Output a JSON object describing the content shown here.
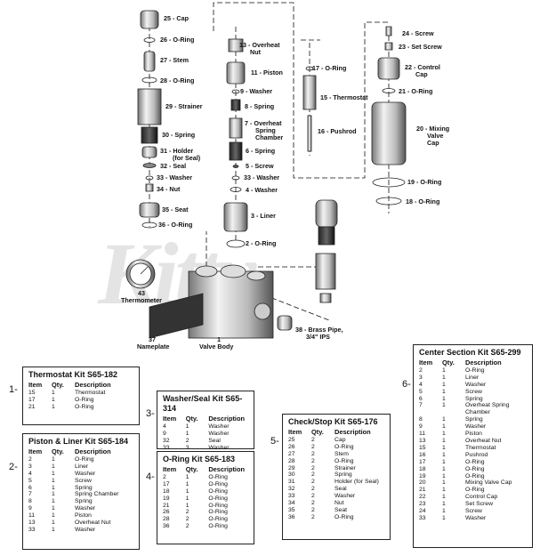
{
  "watermark": "Kitty",
  "callouts": [
    {
      "id": "c25",
      "text": "25 - Cap"
    },
    {
      "id": "c26",
      "text": "26 - O-Ring"
    },
    {
      "id": "c27",
      "text": "27 - Stem"
    },
    {
      "id": "c28",
      "text": "28 - O-Ring"
    },
    {
      "id": "c29",
      "text": "29 - Strainer"
    },
    {
      "id": "c30",
      "text": "30 - Spring"
    },
    {
      "id": "c31a",
      "text": "31 - Holder"
    },
    {
      "id": "c31b",
      "text": "(for Seal)"
    },
    {
      "id": "c32",
      "text": "32 - Seal"
    },
    {
      "id": "c33a",
      "text": "33 - Washer"
    },
    {
      "id": "c34",
      "text": "34 - Nut"
    },
    {
      "id": "c35",
      "text": "35 - Seat"
    },
    {
      "id": "c36",
      "text": "36 - O-Ring"
    },
    {
      "id": "c13a",
      "text": "13 - Overheat"
    },
    {
      "id": "c13b",
      "text": "Nut"
    },
    {
      "id": "c11",
      "text": "11 - Piston"
    },
    {
      "id": "c9",
      "text": "9 - Washer"
    },
    {
      "id": "c8",
      "text": "8 - Spring"
    },
    {
      "id": "c7a",
      "text": "7 - Overheat"
    },
    {
      "id": "c7b",
      "text": "Spring"
    },
    {
      "id": "c7c",
      "text": "Chamber"
    },
    {
      "id": "c6",
      "text": "6 - Spring"
    },
    {
      "id": "c5",
      "text": "5 - Screw"
    },
    {
      "id": "c33b",
      "text": "33 - Washer"
    },
    {
      "id": "c4",
      "text": "4 - Washer"
    },
    {
      "id": "c3",
      "text": "3 - Liner"
    },
    {
      "id": "c2",
      "text": "2 - O-Ring"
    },
    {
      "id": "c17",
      "text": "17 - O-Ring"
    },
    {
      "id": "c15",
      "text": "15 - Thermostat"
    },
    {
      "id": "c16",
      "text": "16 - Pushrod"
    },
    {
      "id": "c24",
      "text": "24 - Screw"
    },
    {
      "id": "c23",
      "text": "23 - Set Screw"
    },
    {
      "id": "c22a",
      "text": "22 - Control"
    },
    {
      "id": "c22b",
      "text": "Cap"
    },
    {
      "id": "c21",
      "text": "21 - O-Ring"
    },
    {
      "id": "c20a",
      "text": "20 - Mixing"
    },
    {
      "id": "c20b",
      "text": "Valve"
    },
    {
      "id": "c20c",
      "text": "Cap"
    },
    {
      "id": "c19",
      "text": "19 - O-Ring"
    },
    {
      "id": "c18",
      "text": "18 - O-Ring"
    },
    {
      "id": "c43a",
      "text": "43"
    },
    {
      "id": "c43b",
      "text": "Thermometer"
    },
    {
      "id": "c37a",
      "text": "37"
    },
    {
      "id": "c37b",
      "text": "Nameplate"
    },
    {
      "id": "c1a",
      "text": "1"
    },
    {
      "id": "c1b",
      "text": "Valve Body"
    },
    {
      "id": "c38a",
      "text": "38 - Brass Pipe,"
    },
    {
      "id": "c38b",
      "text": "3/4\" IPS"
    }
  ],
  "kits": [
    {
      "number": "1-",
      "title": "Thermostat Kit S65-182",
      "headers": [
        "Item",
        "Qty.",
        "Description"
      ],
      "rows": [
        [
          "15",
          "1",
          "Thermostat"
        ],
        [
          "17",
          "1",
          "O-Ring"
        ],
        [
          "21",
          "1",
          "O-Ring"
        ]
      ]
    },
    {
      "number": "2-",
      "title": "Piston & Liner Kit S65-184",
      "headers": [
        "Item",
        "Qty.",
        "Description"
      ],
      "rows": [
        [
          "2",
          "1",
          "O-Ring"
        ],
        [
          "3",
          "1",
          "Liner"
        ],
        [
          "4",
          "1",
          "Washer"
        ],
        [
          "5",
          "1",
          "Screw"
        ],
        [
          "6",
          "1",
          "Spring"
        ],
        [
          "7",
          "1",
          "Spring Chamber"
        ],
        [
          "8",
          "1",
          "Spring"
        ],
        [
          "9",
          "1",
          "Washer"
        ],
        [
          "11",
          "1",
          "Piston"
        ],
        [
          "13",
          "1",
          "Overheat Nut"
        ],
        [
          "33",
          "1",
          "Washer"
        ]
      ]
    },
    {
      "number": "3-",
      "title": "Washer/Seal Kit S65-314",
      "headers": [
        "Item",
        "Qty.",
        "Description"
      ],
      "rows": [
        [
          "4",
          "1",
          "Washer"
        ],
        [
          "9",
          "1",
          "Washer"
        ],
        [
          "32",
          "2",
          "Seal"
        ],
        [
          "33",
          "3",
          "Washer"
        ]
      ]
    },
    {
      "number": "4-",
      "title": "O-Ring Kit S65-183",
      "headers": [
        "Item",
        "Qty.",
        "Description"
      ],
      "rows": [
        [
          "2",
          "1",
          "O-Ring"
        ],
        [
          "17",
          "1",
          "O-Ring"
        ],
        [
          "18",
          "1",
          "O-Ring"
        ],
        [
          "19",
          "1",
          "O-Ring"
        ],
        [
          "21",
          "1",
          "O-Ring"
        ],
        [
          "26",
          "2",
          "O-Ring"
        ],
        [
          "28",
          "2",
          "O-Ring"
        ],
        [
          "36",
          "2",
          "O-Ring"
        ]
      ]
    },
    {
      "number": "5-",
      "title": "Check/Stop Kit S65-176",
      "headers": [
        "Item",
        "Qty.",
        "Description"
      ],
      "rows": [
        [
          "25",
          "2",
          "Cap"
        ],
        [
          "26",
          "2",
          "O-Ring"
        ],
        [
          "27",
          "2",
          "Stem"
        ],
        [
          "28",
          "2",
          "O-Ring"
        ],
        [
          "29",
          "2",
          "Strainer"
        ],
        [
          "30",
          "2",
          "Spring"
        ],
        [
          "31",
          "2",
          "Holder (for Seal)"
        ],
        [
          "32",
          "2",
          "Seal"
        ],
        [
          "33",
          "2",
          "Washer"
        ],
        [
          "34",
          "2",
          "Nut"
        ],
        [
          "35",
          "2",
          "Seat"
        ],
        [
          "36",
          "2",
          "O-Ring"
        ]
      ]
    },
    {
      "number": "6-",
      "title": "Center Section Kit S65-299",
      "headers": [
        "Item",
        "Qty.",
        "Description"
      ],
      "rows": [
        [
          "2",
          "1",
          "O-Ring"
        ],
        [
          "3",
          "1",
          "Liner"
        ],
        [
          "4",
          "1",
          "Washer"
        ],
        [
          "5",
          "1",
          "Screw"
        ],
        [
          "6",
          "1",
          "Spring"
        ],
        [
          "7",
          "1",
          "Overheat Spring"
        ],
        [
          "",
          "",
          "Chamber"
        ],
        [
          "8",
          "1",
          "Spring"
        ],
        [
          "9",
          "1",
          "Washer"
        ],
        [
          "11",
          "1",
          "Piston"
        ],
        [
          "13",
          "1",
          "Overheat Nut"
        ],
        [
          "15",
          "1",
          "Thermostat"
        ],
        [
          "16",
          "1",
          "Pushrod"
        ],
        [
          "17",
          "1",
          "O-Ring"
        ],
        [
          "18",
          "1",
          "O-Ring"
        ],
        [
          "19",
          "1",
          "O-Ring"
        ],
        [
          "20",
          "1",
          "Mixing Valve Cap"
        ],
        [
          "21",
          "1",
          "O-Ring"
        ],
        [
          "22",
          "1",
          "Control Cap"
        ],
        [
          "23",
          "1",
          "Set Screw"
        ],
        [
          "24",
          "1",
          "Screw"
        ],
        [
          "33",
          "1",
          "Washer"
        ]
      ]
    }
  ]
}
